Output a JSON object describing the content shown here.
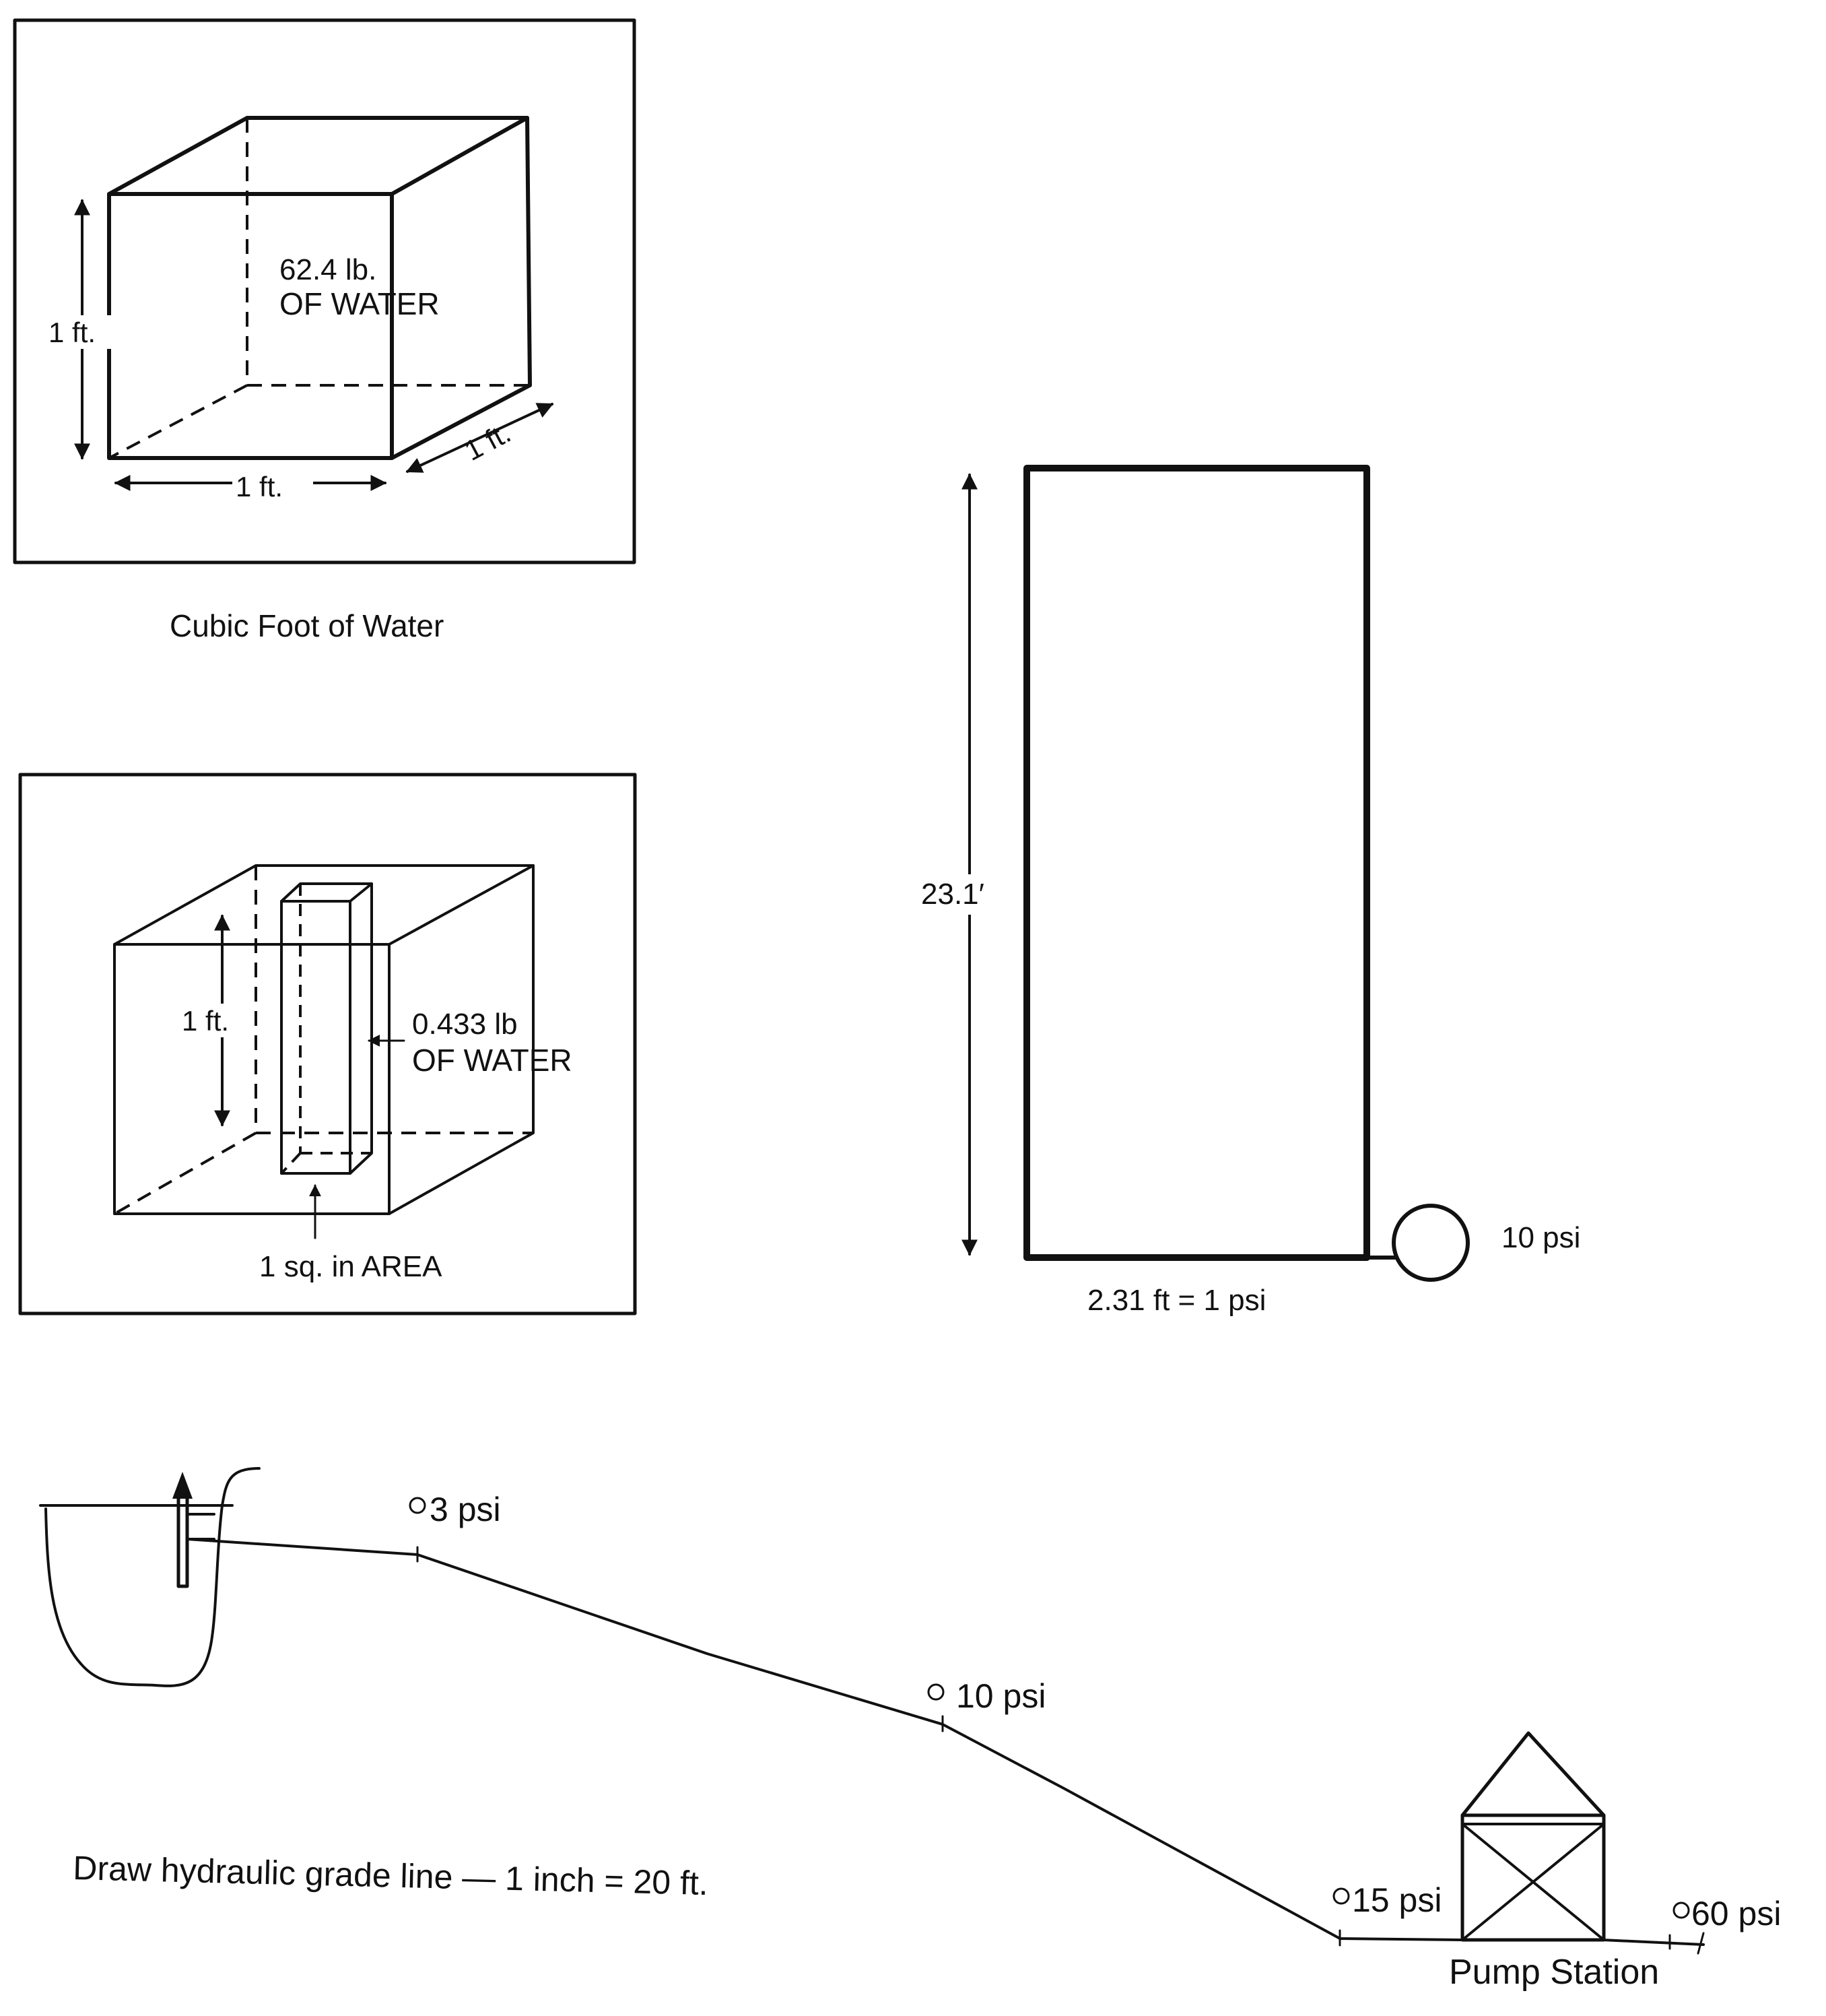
{
  "fig_cube": {
    "weight": "62.4 lb.",
    "substance": "OF WATER",
    "height_dim": "1 ft.",
    "width_dim": "1 ft.",
    "depth_dim": "1 ft.",
    "caption": "Cubic Foot of Water"
  },
  "fig_column": {
    "height_dim": "1 ft.",
    "weight": "0.433 lb",
    "substance": "OF WATER",
    "area": "1 sq. in AREA"
  },
  "fig_tank": {
    "height": "23.1′",
    "gauge_reading": "10 psi",
    "equivalence": "2.31 ft = 1 psi"
  },
  "fig_profile": {
    "instruction": "Draw hydraulic grade line — 1 inch = 20 ft.",
    "gauges": [
      {
        "label": "3 psi"
      },
      {
        "label": "10 psi"
      },
      {
        "label": "15 psi"
      },
      {
        "label": "60 psi"
      }
    ],
    "pump_station": "Pump Station"
  }
}
